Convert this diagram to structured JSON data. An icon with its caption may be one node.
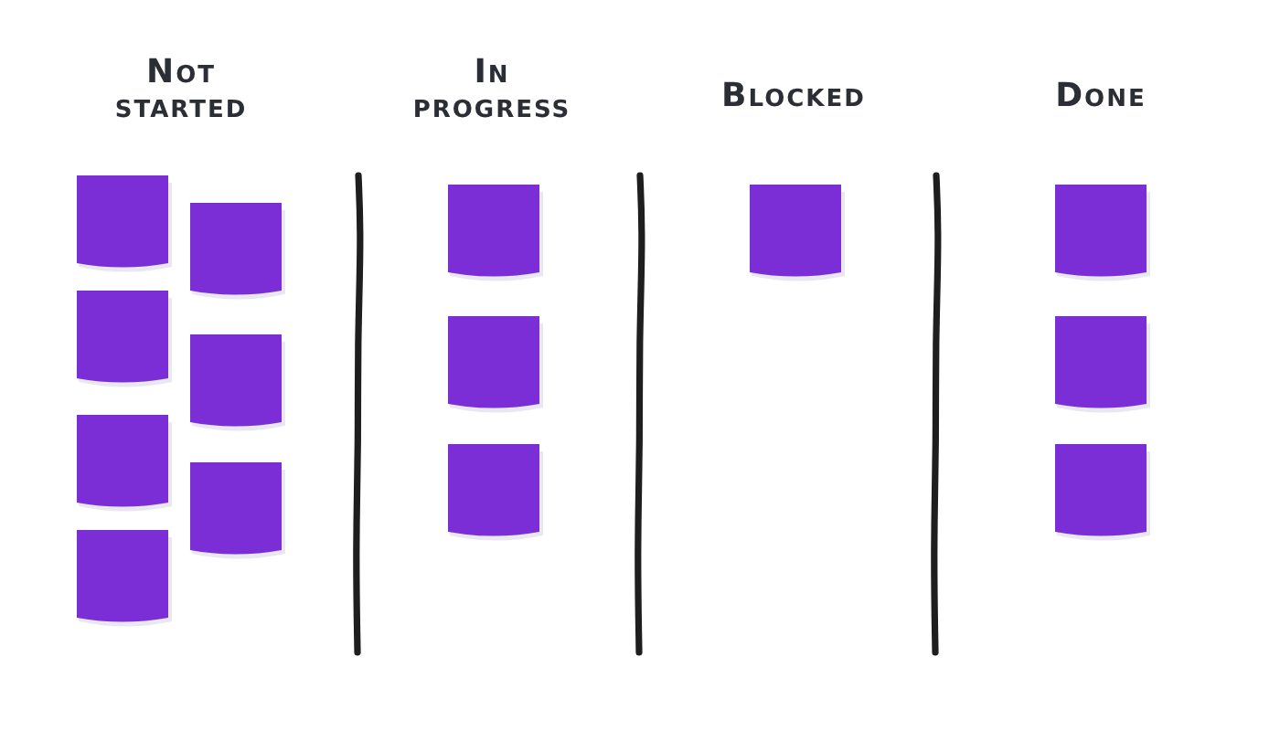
{
  "diagram": {
    "nodes": [
      {
        "text": [
          "Not started"
        ]
      },
      {
        "text": [],
        "shape": "box",
        "in": 0
      },
      {
        "text": [],
        "shape": "box",
        "in": 0
      },
      {
        "text": [],
        "shape": "box",
        "in": 0
      },
      {
        "text": [],
        "shape": "box",
        "in": 0
      },
      {
        "text": [],
        "shape": "box",
        "in": 0
      },
      {
        "text": [],
        "shape": "box",
        "in": 0
      },
      {
        "text": [],
        "shape": "box",
        "in": 0
      },
      {
        "text": [
          "In progress"
        ]
      },
      {
        "text": [],
        "shape": "box",
        "in": 8
      },
      {
        "text": [],
        "shape": "box",
        "in": 8
      },
      {
        "text": [],
        "shape": "box",
        "in": 8
      },
      {
        "text": [
          "Blocked"
        ]
      },
      {
        "text": [],
        "shape": "box",
        "in": 12
      },
      {
        "text": [
          "Done"
        ]
      },
      {
        "text": [],
        "shape": "box",
        "in": 14
      },
      {
        "text": [],
        "shape": "box",
        "in": 14
      },
      {
        "text": [],
        "shape": "box",
        "in": 14
      }
    ]
  }
}
